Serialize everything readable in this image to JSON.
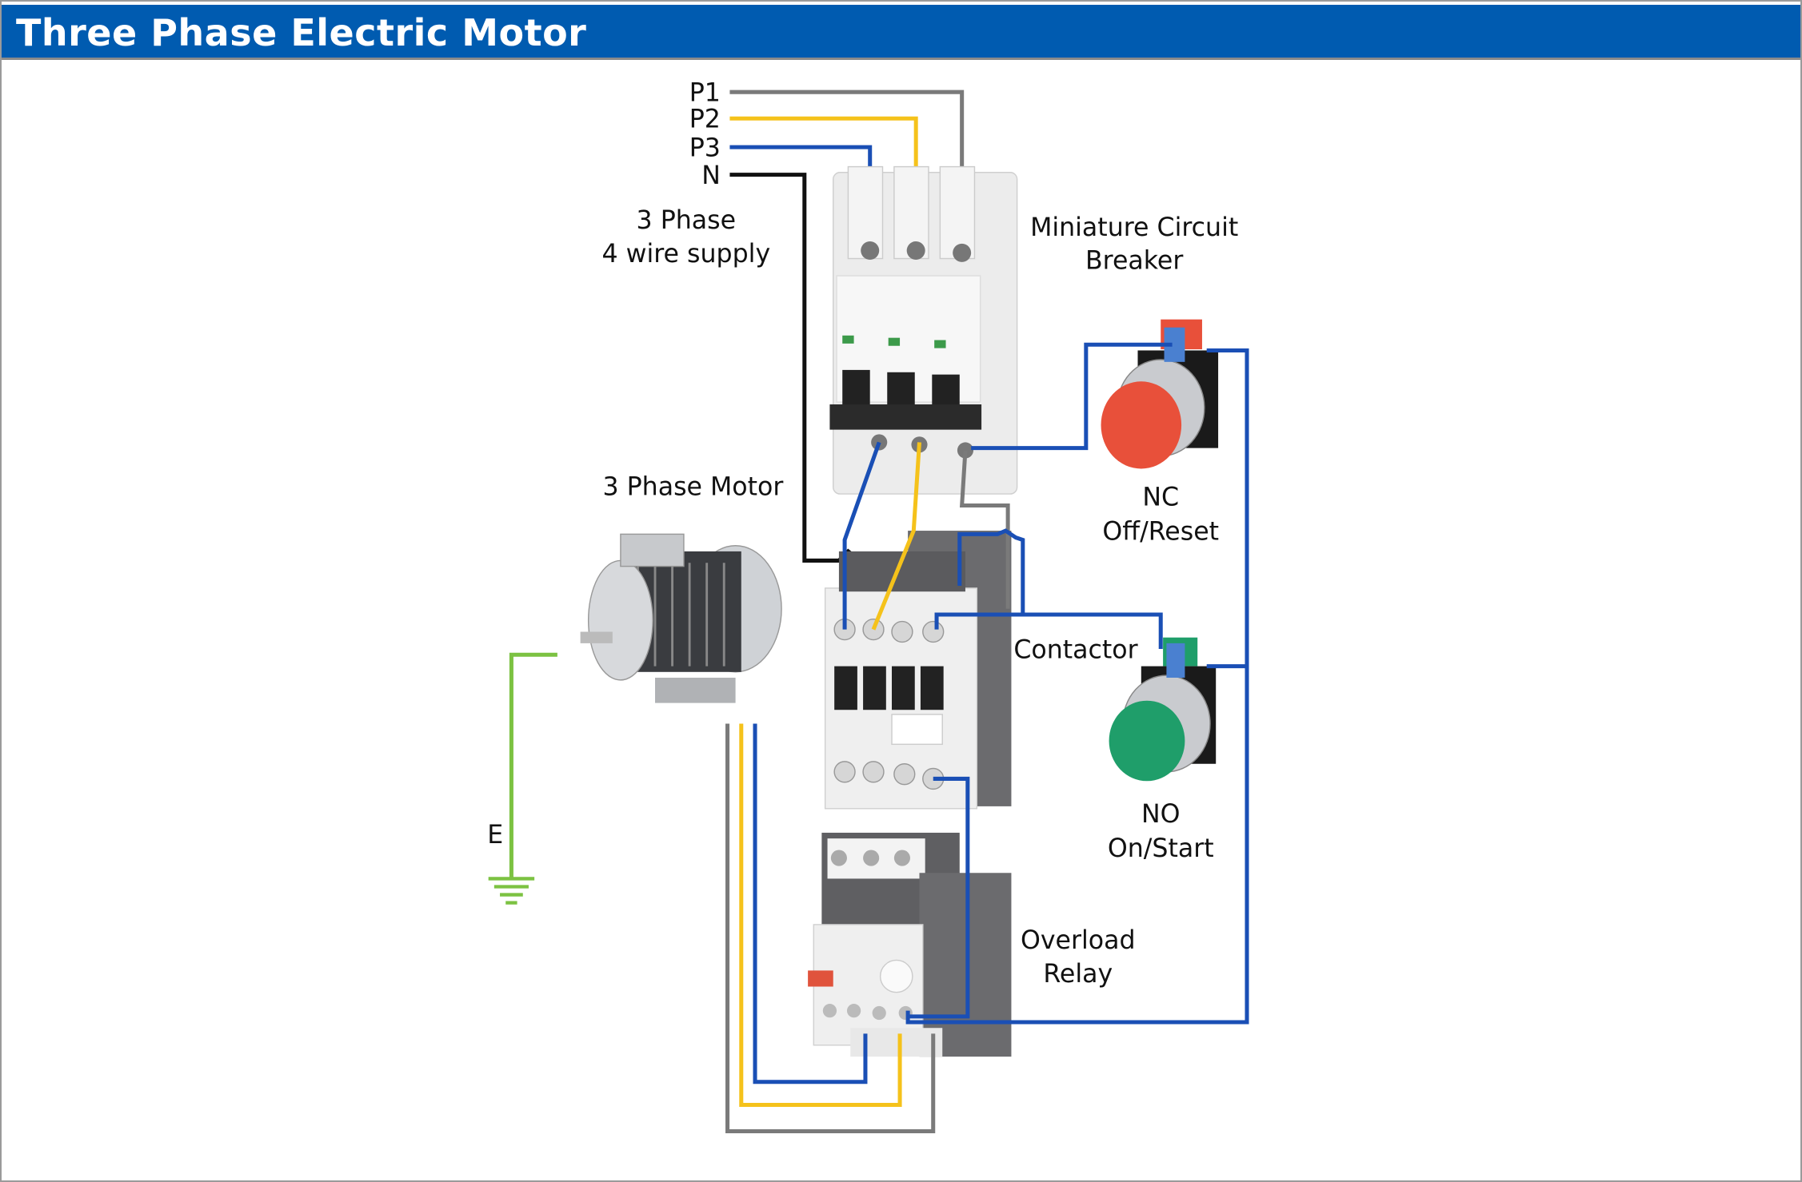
{
  "header": {
    "title": "Three Phase Electric Motor"
  },
  "supply": {
    "p1": "P1",
    "p2": "P2",
    "p3": "P3",
    "n": "N",
    "label_line1": "3 Phase",
    "label_line2": "4 wire supply"
  },
  "labels": {
    "mcb_line1": "Miniature Circuit",
    "mcb_line2": "Breaker",
    "nc_line1": "NC",
    "nc_line2": "Off/Reset",
    "motor": "3 Phase Motor",
    "contactor": "Contactor",
    "no_line1": "NO",
    "no_line2": "On/Start",
    "overload_line1": "Overload",
    "overload_line2": "Relay",
    "earth": "E"
  },
  "colors": {
    "title_bar": "#005bb0",
    "p1": "#7a7a7a",
    "p2": "#f5c21b",
    "p3": "#1a4fb5",
    "n": "#111111",
    "earth": "#7cc242",
    "nc_button": "#e8503a",
    "no_button": "#1f9e6a"
  }
}
